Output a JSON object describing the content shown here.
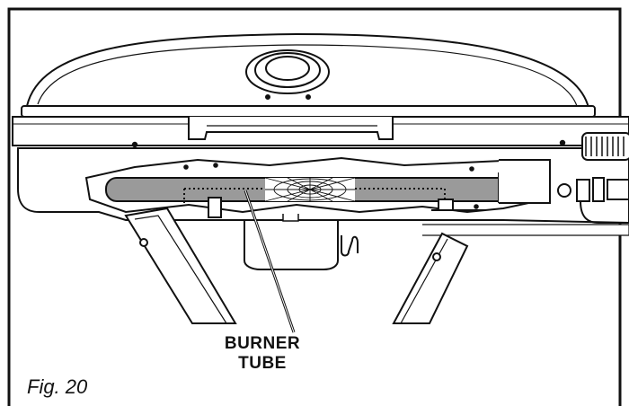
{
  "callout": {
    "line1": "BURNER",
    "line2": "TUBE"
  },
  "figure_label": "Fig. 20",
  "icons": [
    "grill-lid",
    "lid-handle",
    "burner-tube",
    "cobweb",
    "control-knob",
    "leg-frame",
    "valve-regulator"
  ]
}
